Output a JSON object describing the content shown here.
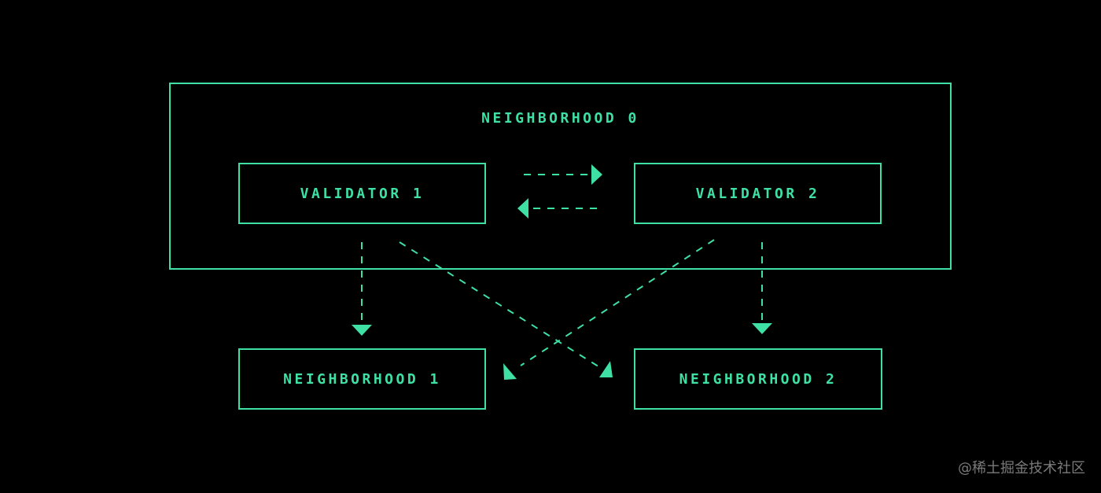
{
  "colors": {
    "accent": "#3ee0a4",
    "background": "#000000",
    "watermark": "#7a7a7a"
  },
  "nodes": {
    "neighborhood_0": "NEIGHBORHOOD 0",
    "validator_1": "VALIDATOR 1",
    "validator_2": "VALIDATOR 2",
    "neighborhood_1": "NEIGHBORHOOD 1",
    "neighborhood_2": "NEIGHBORHOOD 2"
  },
  "edges": [
    {
      "from": "validator_1",
      "to": "validator_2",
      "style": "dashed"
    },
    {
      "from": "validator_2",
      "to": "validator_1",
      "style": "dashed"
    },
    {
      "from": "validator_1",
      "to": "neighborhood_1",
      "style": "dashed"
    },
    {
      "from": "validator_1",
      "to": "neighborhood_2",
      "style": "dashed"
    },
    {
      "from": "validator_2",
      "to": "neighborhood_1",
      "style": "dashed"
    },
    {
      "from": "validator_2",
      "to": "neighborhood_2",
      "style": "dashed"
    }
  ],
  "watermark": "@稀土掘金技术社区"
}
